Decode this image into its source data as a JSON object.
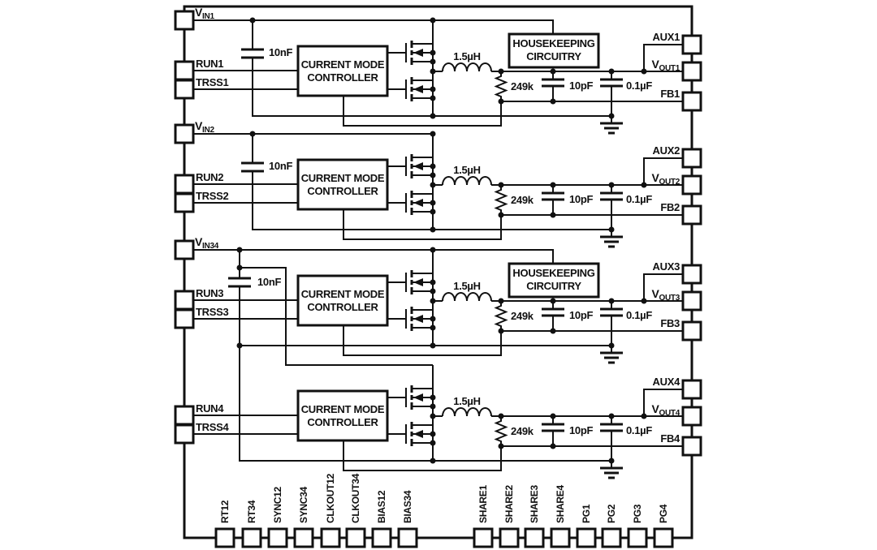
{
  "diagram": {
    "type": "ic-block-diagram",
    "description": "Quad-channel current mode buck regulator application schematic",
    "line_color": "#111111",
    "background": "#ffffff"
  },
  "channels": [
    {
      "vin": {
        "base": "V",
        "sub": "IN1"
      },
      "run": "RUN1",
      "trss": "TRSS1",
      "bypass_cap": "10nF",
      "controller": {
        "line1": "CURRENT MODE",
        "line2": "CONTROLLER"
      },
      "housekeeping": {
        "line1": "HOUSEKEEPING",
        "line2": "CIRCUITRY"
      },
      "inductor": "1.5µH",
      "resistor": "249k",
      "cap_small": "10pF",
      "cap_out": "0.1µF",
      "aux": "AUX1",
      "vout": {
        "base": "V",
        "sub": "OUT1"
      },
      "fb": "FB1"
    },
    {
      "vin": {
        "base": "V",
        "sub": "IN2"
      },
      "run": "RUN2",
      "trss": "TRSS2",
      "bypass_cap": "10nF",
      "controller": {
        "line1": "CURRENT MODE",
        "line2": "CONTROLLER"
      },
      "inductor": "1.5µH",
      "resistor": "249k",
      "cap_small": "10pF",
      "cap_out": "0.1µF",
      "aux": "AUX2",
      "vout": {
        "base": "V",
        "sub": "OUT2"
      },
      "fb": "FB2"
    },
    {
      "vin": {
        "base": "V",
        "sub": "IN34"
      },
      "run": "RUN3",
      "trss": "TRSS3",
      "bypass_cap": "10nF",
      "controller": {
        "line1": "CURRENT MODE",
        "line2": "CONTROLLER"
      },
      "housekeeping": {
        "line1": "HOUSEKEEPING",
        "line2": "CIRCUITRY"
      },
      "inductor": "1.5µH",
      "resistor": "249k",
      "cap_small": "10pF",
      "cap_out": "0.1µF",
      "aux": "AUX3",
      "vout": {
        "base": "V",
        "sub": "OUT3"
      },
      "fb": "FB3"
    },
    {
      "run": "RUN4",
      "trss": "TRSS4",
      "controller": {
        "line1": "CURRENT MODE",
        "line2": "CONTROLLER"
      },
      "inductor": "1.5µH",
      "resistor": "249k",
      "cap_small": "10pF",
      "cap_out": "0.1µF",
      "aux": "AUX4",
      "vout": {
        "base": "V",
        "sub": "OUT4"
      },
      "fb": "FB4"
    }
  ],
  "bottom_pins": [
    "RT12",
    "RT34",
    "SYNC12",
    "SYNC34",
    "CLKOUT12",
    "CLKOUT34",
    "BIAS12",
    "BIAS34",
    "SHARE1",
    "SHARE2",
    "SHARE3",
    "SHARE4",
    "PG1",
    "PG2",
    "PG3",
    "PG4"
  ]
}
